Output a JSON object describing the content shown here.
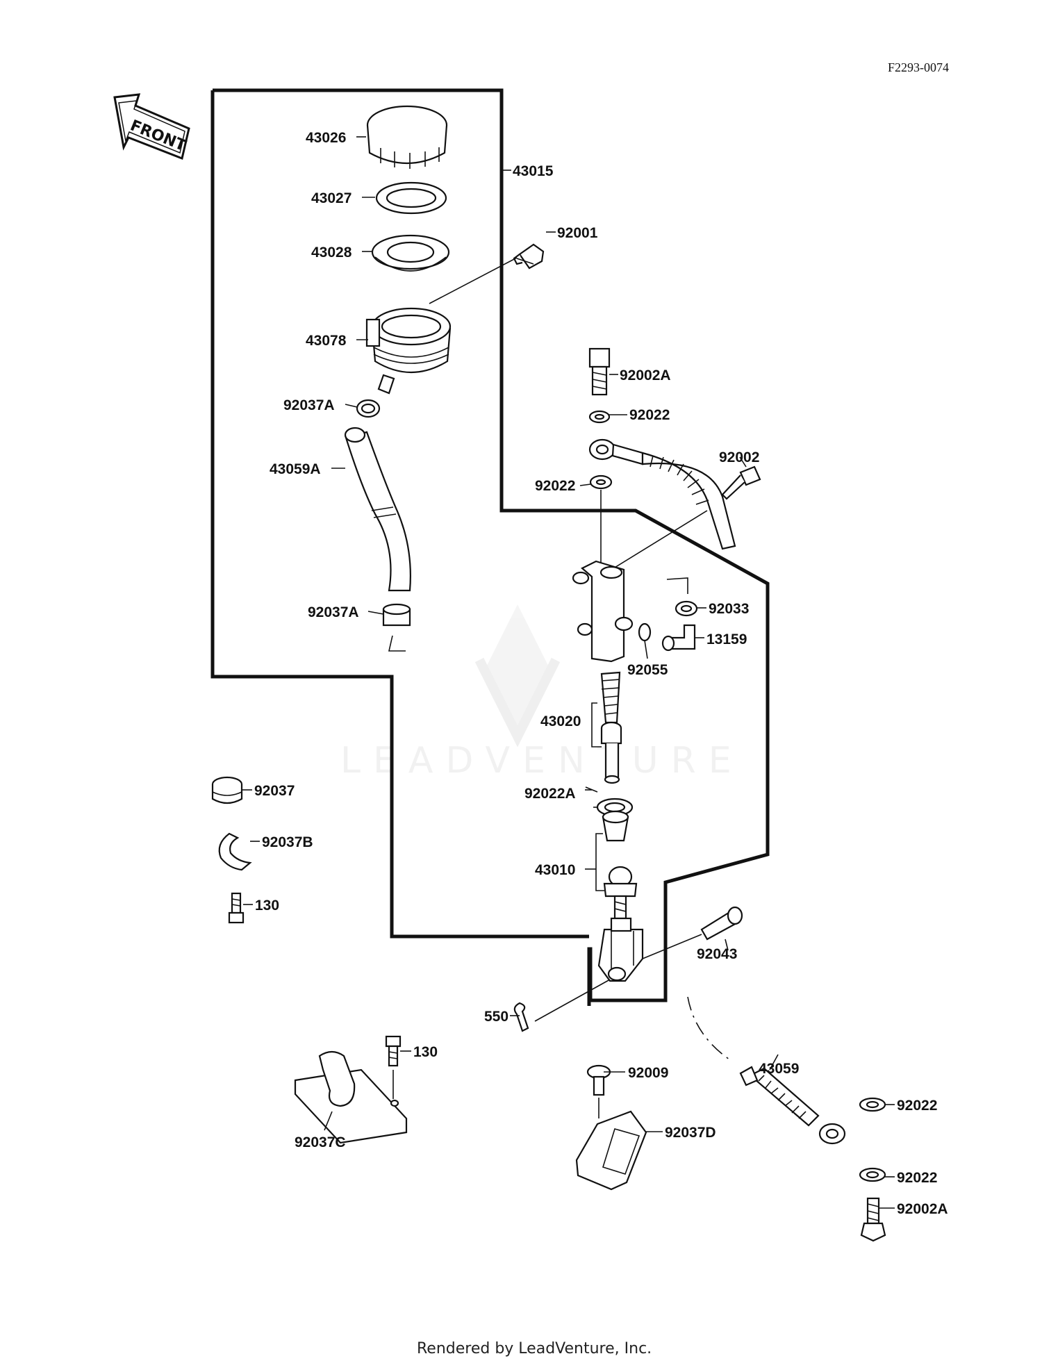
{
  "figure_code": "F2293-0074",
  "front_label": "FRONT",
  "watermark": "LEADVENTURE",
  "footer": "Rendered by LeadVenture, Inc.",
  "parts": {
    "p43026": "43026",
    "p43027": "43027",
    "p43028": "43028",
    "p43078": "43078",
    "p43015": "43015",
    "p92001": "92001",
    "p92037A_top": "92037A",
    "p43059A": "43059A",
    "p92037A_bot": "92037A",
    "p92002A_top": "92002A",
    "p92022_a": "92022",
    "p92002": "92002",
    "p92022_b": "92022",
    "p92033": "92033",
    "p13159": "13159",
    "p92055": "92055",
    "p43020": "43020",
    "p92022A": "92022A",
    "p43010": "43010",
    "p92037": "92037",
    "p92037B": "92037B",
    "p130_a": "130",
    "p92043": "92043",
    "p550": "550",
    "p130_b": "130",
    "p92037C": "92037C",
    "p92009": "92009",
    "p92037D": "92037D",
    "p43059": "43059",
    "p92022_c": "92022",
    "p92022_d": "92022",
    "p92002A_bot": "92002A"
  }
}
